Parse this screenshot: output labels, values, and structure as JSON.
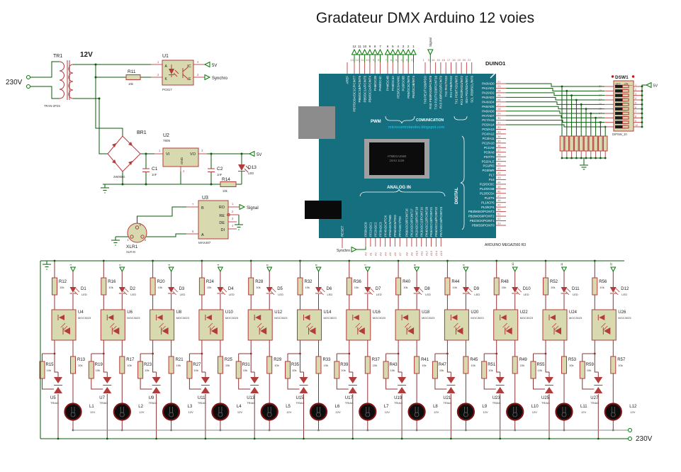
{
  "title": "Gradateur DMX Arduino 12 voies",
  "colors": {
    "board_teal": "#166f7e",
    "component_fill": "#d9d9af",
    "component_outline": "#b23b3b",
    "wire_green": "#0a5a0a",
    "wire_maroon": "#8b3434",
    "watermark_cyan": "#2bc7ee"
  },
  "power": {
    "mains": "230V",
    "tr": {
      "ref": "TR1",
      "type": "TRAN-2P2S",
      "secondary": "12V"
    },
    "r11": {
      "ref": "R11",
      "val": "10k"
    },
    "u1": {
      "ref": "U1",
      "type": "PC817",
      "pin_a": "A",
      "pin_k": "K",
      "pin_c": "C",
      "pin_e": "E",
      "n1": "1",
      "n2": "2",
      "n4": "4",
      "n3": "3",
      "out_c": "5V",
      "out_e": "Synchro"
    },
    "br": {
      "ref": "BR1",
      "type": "2W005G"
    },
    "u2": {
      "ref": "U2",
      "type": "7805",
      "vi": "VI",
      "vo": "VO",
      "gnd": "GND",
      "n1": "1",
      "n3": "3",
      "n2": "2"
    },
    "c1": {
      "ref": "C1",
      "val": "1nF"
    },
    "c2": {
      "ref": "C2",
      "val": "1nF"
    },
    "d13": {
      "ref": "D13",
      "type": "LED"
    },
    "r14": {
      "ref": "R14",
      "val": "10k"
    },
    "rail": "5V"
  },
  "dmx": {
    "u3": {
      "ref": "U3",
      "type": "MAX487",
      "b": "B",
      "a": "A",
      "ro": "RO",
      "re": "RE",
      "de": "DE",
      "di": "DI",
      "n7": "7",
      "n6": "6",
      "n1": "1",
      "n2": "2",
      "n3": "3",
      "n4": "4",
      "out": "Signal"
    },
    "xlr": {
      "ref": "XLR1",
      "type": "XLR M",
      "p1": "1",
      "p2": "2",
      "p3": "3"
    }
  },
  "arduino": {
    "designator": "DUINO1",
    "board_label": "ARDUINO MEGA2560 R3",
    "chip_line1": "ATMEGA2560",
    "chip_line2": "16AU 1126",
    "watermark": "microcontrolandos.blogspot.com",
    "aref": "AREF",
    "reset": "RESET",
    "section_pwm": "PWM",
    "section_comm": "COMUNICATION",
    "section_analog": "ANALOG IN",
    "section_digital": "DIGITAL",
    "signal_terminal": "Signal",
    "synchro_terminal": "Synchro",
    "top_terminal_labels": [
      "12",
      "11",
      "10",
      "9",
      "8",
      "7",
      "6",
      "5",
      "4",
      "3",
      "2",
      "1"
    ],
    "pwm_pins_a": [
      {
        "num": "13",
        "name": "PB7/OC0A/OC1C/PCINT7"
      },
      {
        "num": "12",
        "name": "PB6/OC1B/PCINT6"
      },
      {
        "num": "11",
        "name": "PB5/OC1A/PCINT5"
      },
      {
        "num": "10",
        "name": "PB4/OC2A/PCINT4"
      },
      {
        "num": "9",
        "name": "PH6/OC2B"
      },
      {
        "num": "8",
        "name": "PH5/OC4C"
      }
    ],
    "pwm_pins_b": [
      {
        "num": "7",
        "name": "PH4/OC4B"
      },
      {
        "num": "6",
        "name": "PH3/OC4A"
      },
      {
        "num": "5",
        "name": "PE3/OC3A/AIN1"
      },
      {
        "num": "4",
        "name": "PG5/OC0B"
      },
      {
        "num": "3",
        "name": "PE5/OC3C/INT5"
      },
      {
        "num": "2",
        "name": "PE4/OC3B/INT4"
      }
    ],
    "comm_pins": [
      {
        "num": "1",
        "bus": "TX0",
        "name": "PE1/TXD0/PDO"
      },
      {
        "num": "0",
        "bus": "RX0",
        "name": "PE0/RXD0/PCINT8"
      },
      {
        "num": "14",
        "bus": "TX3",
        "name": "PJ1/TXD3/PCINT10"
      },
      {
        "num": "15",
        "bus": "RX3",
        "name": "PJ0/RXD3/PCINT9"
      },
      {
        "num": "16",
        "bus": "TX2",
        "name": "PH1/TXD2"
      },
      {
        "num": "17",
        "bus": "RX2",
        "name": "PH0/RXD2"
      },
      {
        "num": "18",
        "bus": "TX1",
        "name": "PD3/TXD1/INT3"
      },
      {
        "num": "19",
        "bus": "RX1",
        "name": "PD2/RXD1/INT2"
      },
      {
        "num": "20",
        "bus": "SDA",
        "name": "PD1/SDA/INT1"
      },
      {
        "num": "21",
        "bus": "SCL",
        "name": "PD0/SCL/INT0"
      }
    ],
    "right_pins": [
      {
        "num": "22",
        "name": "PA0/AD0"
      },
      {
        "num": "23",
        "name": "PA1/AD1"
      },
      {
        "num": "24",
        "name": "PA2/AD2"
      },
      {
        "num": "25",
        "name": "PA3/AD3"
      },
      {
        "num": "26",
        "name": "PA4/AD4"
      },
      {
        "num": "27",
        "name": "PA5/AD5"
      },
      {
        "num": "28",
        "name": "PA6/AD6"
      },
      {
        "num": "29",
        "name": "PA7/AD7"
      },
      {
        "num": "30",
        "name": "PC7/A15"
      },
      {
        "num": "31",
        "name": "PC6/A14"
      },
      {
        "num": "32",
        "name": "PC5/A13"
      },
      {
        "num": "33",
        "name": "PC4/A12"
      },
      {
        "num": "34",
        "name": "PC3/A11"
      },
      {
        "num": "35",
        "name": "PC2/A10"
      },
      {
        "num": "36",
        "name": "PC1/A9"
      },
      {
        "num": "37",
        "name": "PC0/A8"
      },
      {
        "num": "38",
        "name": "PD7/T0"
      },
      {
        "num": "39",
        "name": "PG2/ALE"
      },
      {
        "num": "40",
        "name": "PG1/RD"
      },
      {
        "num": "41",
        "name": "PG0/WR"
      },
      {
        "num": "42",
        "name": "PL7"
      },
      {
        "num": "43",
        "name": "PL6"
      },
      {
        "num": "44",
        "name": "PL5/OC5C"
      },
      {
        "num": "45",
        "name": "PL4/OC5B"
      },
      {
        "num": "46",
        "name": "PL3/OC5A"
      },
      {
        "num": "47",
        "name": "PL2/T5"
      },
      {
        "num": "48",
        "name": "PL1/ICP5"
      },
      {
        "num": "49",
        "name": "PL0/ICP4"
      },
      {
        "num": "50",
        "name": "PB3/MISO/PCINT3"
      },
      {
        "num": "51",
        "name": "PB2/MOSI/PCINT2"
      },
      {
        "num": "52",
        "name": "PB1/SCK/PCINT1"
      },
      {
        "num": "53",
        "name": "PB0/SS/PCINT0"
      }
    ],
    "analog_pins_f": [
      {
        "num": "A0",
        "name": "PF0/ADC0"
      },
      {
        "num": "A1",
        "name": "PF1/ADC1"
      },
      {
        "num": "A2",
        "name": "PF2/ADC2"
      },
      {
        "num": "A3",
        "name": "PF3/ADC3"
      },
      {
        "num": "A4",
        "name": "PF4/ADC4/TCK"
      },
      {
        "num": "A5",
        "name": "PF5/ADC5/TMS"
      },
      {
        "num": "A6",
        "name": "PF6/ADC6/TDO"
      },
      {
        "num": "A7",
        "name": "PF7/ADC7/TDI"
      }
    ],
    "analog_pins_k": [
      {
        "num": "A8",
        "name": "PK0/ADC8/PCINT16"
      },
      {
        "num": "A9",
        "name": "PK1/ADC9/PCINT17"
      },
      {
        "num": "A10",
        "name": "PK2/ADC10/PCINT18"
      },
      {
        "num": "A11",
        "name": "PK3/ADC11/PCINT19"
      },
      {
        "num": "A12",
        "name": "PK4/ADC12/PCINT20"
      },
      {
        "num": "A13",
        "name": "PK5/ADC13/PCINT21"
      },
      {
        "num": "A14",
        "name": "PK6/ADC14/PCINT22"
      },
      {
        "num": "A15",
        "name": "PK7/ADC15/PCINT23"
      }
    ]
  },
  "dsw": {
    "ref": "DSW1",
    "type": "DIPSW_10",
    "off": "OFF",
    "on": "ON",
    "left": [
      "20",
      "19",
      "18",
      "17",
      "16",
      "15",
      "14",
      "13",
      "12",
      "11"
    ],
    "right": [
      "1",
      "2",
      "3",
      "4",
      "5",
      "6",
      "7",
      "8",
      "9",
      "10"
    ],
    "rail": "5V"
  },
  "resnet": {
    "count": 10
  },
  "channels": {
    "mains": "230V",
    "items": [
      {
        "input": "1",
        "r_top": "R12",
        "r_top_val": "10k",
        "led": "D1",
        "led_type": "LED",
        "opto": "U4",
        "opto_type": "MOC3023",
        "r_right": "R13",
        "r_right_val": "10k",
        "r_left": "R15",
        "r_left_val": "10k",
        "triac": "U5",
        "triac_type": "TRIAC",
        "lamp": "L1",
        "lamp_val": "12V"
      },
      {
        "input": "2",
        "r_top": "R16",
        "r_top_val": "10k",
        "led": "D2",
        "led_type": "LED",
        "opto": "U6",
        "opto_type": "MOC3023",
        "r_right": "R17",
        "r_right_val": "10k",
        "r_left": "R19",
        "r_left_val": "10k",
        "triac": "U7",
        "triac_type": "TRIAC",
        "lamp": "L2",
        "lamp_val": "12V"
      },
      {
        "input": "3",
        "r_top": "R20",
        "r_top_val": "10k",
        "led": "D3",
        "led_type": "LED",
        "opto": "U8",
        "opto_type": "MOC3023",
        "r_right": "R21",
        "r_right_val": "10k",
        "r_left": "R23",
        "r_left_val": "10k",
        "triac": "U9",
        "triac_type": "TRIAC",
        "lamp": "L3",
        "lamp_val": "12V"
      },
      {
        "input": "4",
        "r_top": "R24",
        "r_top_val": "10k",
        "led": "D4",
        "led_type": "LED",
        "opto": "U10",
        "opto_type": "MOC3023",
        "r_right": "R25",
        "r_right_val": "10k",
        "r_left": "R27",
        "r_left_val": "10k",
        "triac": "U11",
        "triac_type": "TRIAC",
        "lamp": "L4",
        "lamp_val": "12V"
      },
      {
        "input": "5",
        "r_top": "R28",
        "r_top_val": "10k",
        "led": "D5",
        "led_type": "LED",
        "opto": "U12",
        "opto_type": "MOC3023",
        "r_right": "R29",
        "r_right_val": "10k",
        "r_left": "R31",
        "r_left_val": "10k",
        "triac": "U13",
        "triac_type": "TRIAC",
        "lamp": "L5",
        "lamp_val": "12V"
      },
      {
        "input": "6",
        "r_top": "R32",
        "r_top_val": "10k",
        "led": "D6",
        "led_type": "LED",
        "opto": "U14",
        "opto_type": "MOC3023",
        "r_right": "R33",
        "r_right_val": "10k",
        "r_left": "R35",
        "r_left_val": "10k",
        "triac": "U15",
        "triac_type": "TRIAC",
        "lamp": "L6",
        "lamp_val": "12V"
      },
      {
        "input": "7",
        "r_top": "R36",
        "r_top_val": "10k",
        "led": "D7",
        "led_type": "LED",
        "opto": "U16",
        "opto_type": "MOC3023",
        "r_right": "R37",
        "r_right_val": "10k",
        "r_left": "R39",
        "r_left_val": "10k",
        "triac": "U17",
        "triac_type": "TRIAC",
        "lamp": "L7",
        "lamp_val": "12V"
      },
      {
        "input": "8",
        "r_top": "R40",
        "r_top_val": "10k",
        "led": "D8",
        "led_type": "LED",
        "opto": "U18",
        "opto_type": "MOC3023",
        "r_right": "R41",
        "r_right_val": "10k",
        "r_left": "R43",
        "r_left_val": "10k",
        "triac": "U19",
        "triac_type": "TRIAC",
        "lamp": "L8",
        "lamp_val": "12V"
      },
      {
        "input": "9",
        "r_top": "R44",
        "r_top_val": "10k",
        "led": "D9",
        "led_type": "LED",
        "opto": "U20",
        "opto_type": "MOC3023",
        "r_right": "R45",
        "r_right_val": "10k",
        "r_left": "R47",
        "r_left_val": "10k",
        "triac": "U21",
        "triac_type": "TRIAC",
        "lamp": "L9",
        "lamp_val": "12V"
      },
      {
        "input": "10",
        "r_top": "R48",
        "r_top_val": "10k",
        "led": "D10",
        "led_type": "LED",
        "opto": "U22",
        "opto_type": "MOC3023",
        "r_right": "R49",
        "r_right_val": "10k",
        "r_left": "R51",
        "r_left_val": "10k",
        "triac": "U23",
        "triac_type": "TRIAC",
        "lamp": "L10",
        "lamp_val": "12V"
      },
      {
        "input": "11",
        "r_top": "R52",
        "r_top_val": "10k",
        "led": "D11",
        "led_type": "LED",
        "opto": "U24",
        "opto_type": "MOC3023",
        "r_right": "R53",
        "r_right_val": "10k",
        "r_left": "R55",
        "r_left_val": "10k",
        "triac": "U25",
        "triac_type": "TRIAC",
        "lamp": "L11",
        "lamp_val": "12V"
      },
      {
        "input": "12",
        "r_top": "R56",
        "r_top_val": "10k",
        "led": "D12",
        "led_type": "LED",
        "opto": "U26",
        "opto_type": "MOC3023",
        "r_right": "R57",
        "r_right_val": "10k",
        "r_left": "R59",
        "r_left_val": "10k",
        "triac": "U27",
        "triac_type": "TRIAC",
        "lamp": "L12",
        "lamp_val": "12V"
      }
    ]
  }
}
